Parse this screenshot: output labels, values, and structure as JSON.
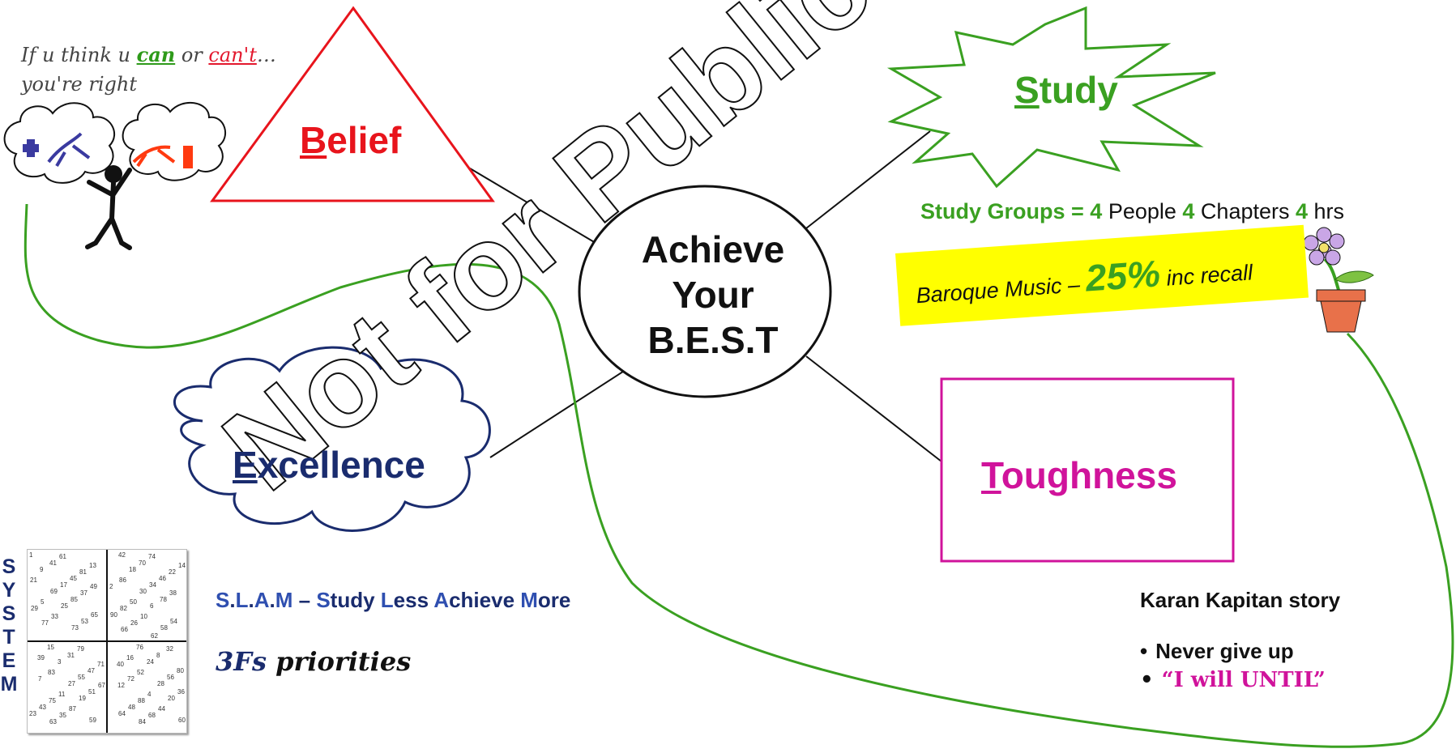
{
  "quote": {
    "part1": "If u think u ",
    "can": "can",
    "part2": " or ",
    "cant": "can't",
    "part3": "…",
    "line2": "you're right"
  },
  "nodes": {
    "belief": {
      "initial": "B",
      "rest": "elief"
    },
    "study": {
      "initial": "S",
      "rest": "tudy"
    },
    "excellence": {
      "initial": "E",
      "rest": "xcellence"
    },
    "toughness": {
      "initial": "T",
      "rest": "oughness"
    },
    "center": {
      "line1": "Achieve",
      "line2": "Your",
      "line3": "B.E.S.T"
    }
  },
  "study_groups": {
    "label": "Study Groups = ",
    "n1": "4",
    "w1": " People ",
    "n2": "4",
    "w2": " Chapters ",
    "n3": "4",
    "w3": " hrs"
  },
  "baroque": {
    "text1": "Baroque Music – ",
    "pct": "25%",
    "text2": " inc recall"
  },
  "slam": {
    "s": "S",
    "dot1": ".",
    "l": "L",
    "dot2": ".",
    "a": "A",
    "dot3": ".",
    "m": "M",
    "dash": " – ",
    "s2": "S",
    "w1": "tudy ",
    "l2": "L",
    "w2": "ess ",
    "a2": "A",
    "w3": "chieve ",
    "m2": "M",
    "w4": "ore"
  },
  "priorities": {
    "f": "3Fs",
    "rest": " priorities"
  },
  "karan": {
    "title": "Karan Kapitan story",
    "bullet1": "Never give up",
    "bullet2": "“I will UNTIL”"
  },
  "system_letters": [
    "S",
    "Y",
    "S",
    "T",
    "E",
    "M"
  ],
  "grid_numbers": {
    "q1": [
      "1",
      "61",
      "13",
      "41",
      "81",
      "9",
      "45",
      "21",
      "17",
      "49",
      "69",
      "37",
      "5",
      "85",
      "29",
      "25",
      "65",
      "33",
      "53",
      "77",
      "73"
    ],
    "q2": [
      "42",
      "74",
      "14",
      "70",
      "22",
      "18",
      "46",
      "86",
      "34",
      "2",
      "30",
      "38",
      "50",
      "78",
      "82",
      "6",
      "90",
      "10",
      "54",
      "26",
      "58",
      "66",
      "62"
    ],
    "q3": [
      "15",
      "79",
      "39",
      "31",
      "71",
      "3",
      "47",
      "83",
      "55",
      "7",
      "27",
      "67",
      "11",
      "51",
      "75",
      "19",
      "43",
      "87",
      "23",
      "35",
      "59",
      "63"
    ],
    "q4": [
      "76",
      "32",
      "16",
      "8",
      "40",
      "24",
      "80",
      "52",
      "56",
      "72",
      "28",
      "12",
      "4",
      "36",
      "88",
      "20",
      "48",
      "44",
      "64",
      "68",
      "60",
      "84"
    ]
  },
  "watermark": "Not for Public Release",
  "colors": {
    "belief": "#e8141c",
    "study": "#3aa021",
    "excellence": "#1a2c6e",
    "toughness": "#d0139b",
    "highlight": "#ffff00",
    "curve": "#3aa021"
  }
}
